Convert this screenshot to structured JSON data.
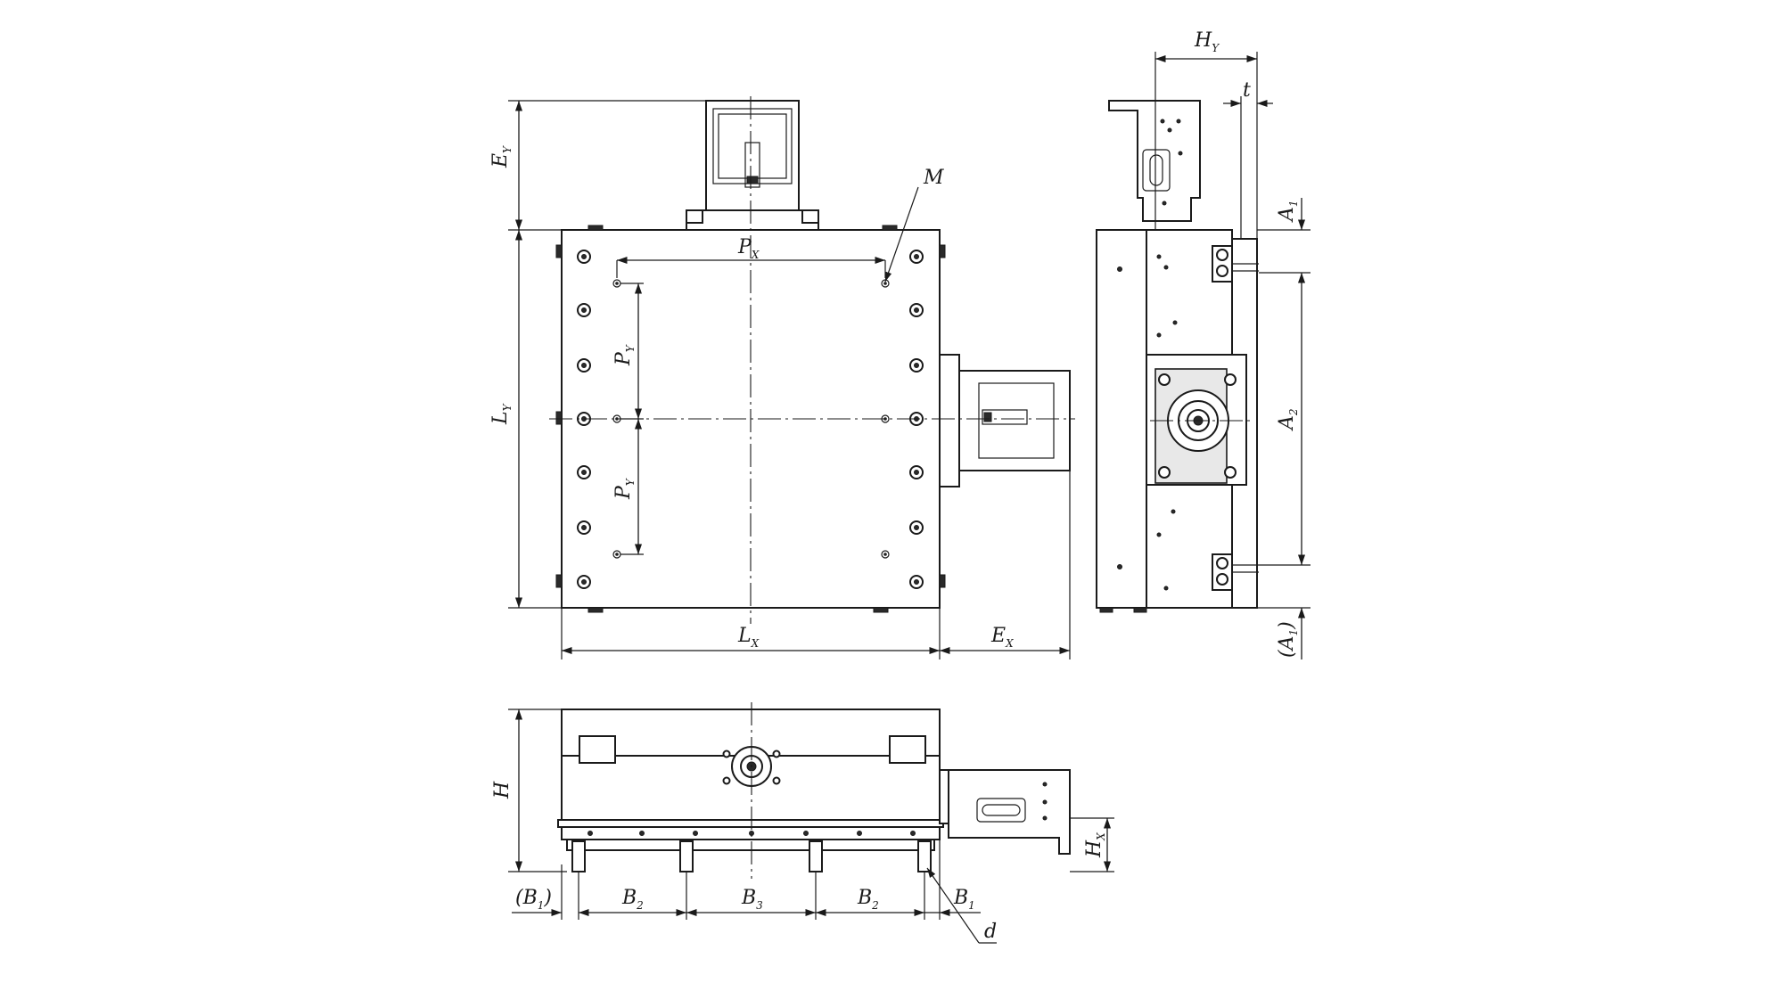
{
  "labels": {
    "EY": {
      "main": "E",
      "sub": "Y"
    },
    "LY": {
      "main": "L",
      "sub": "Y"
    },
    "PX": {
      "main": "P",
      "sub": "X"
    },
    "PY_top": {
      "main": "P",
      "sub": "Y"
    },
    "PY_bottom": {
      "main": "P",
      "sub": "Y"
    },
    "M": {
      "main": "M"
    },
    "LX": {
      "main": "L",
      "sub": "X"
    },
    "EX": {
      "main": "E",
      "sub": "X"
    },
    "HY": {
      "main": "H",
      "sub": "Y"
    },
    "t": {
      "main": "t"
    },
    "A1_top": {
      "main": "A",
      "sub": "1"
    },
    "A2": {
      "main": "A",
      "sub": "2"
    },
    "A1_bottom": {
      "main": "(A",
      "sub": "1",
      "suffix": ")"
    },
    "H": {
      "main": "H"
    },
    "HX": {
      "main": "H",
      "sub": "X"
    },
    "B1_left": {
      "main": "(B",
      "sub": "1",
      "suffix": ")"
    },
    "B2_left": {
      "main": "B",
      "sub": "2"
    },
    "B3": {
      "main": "B",
      "sub": "3"
    },
    "B2_right": {
      "main": "B",
      "sub": "2"
    },
    "B1_right": {
      "main": "B",
      "sub": "1"
    },
    "d": {
      "main": "d"
    }
  }
}
